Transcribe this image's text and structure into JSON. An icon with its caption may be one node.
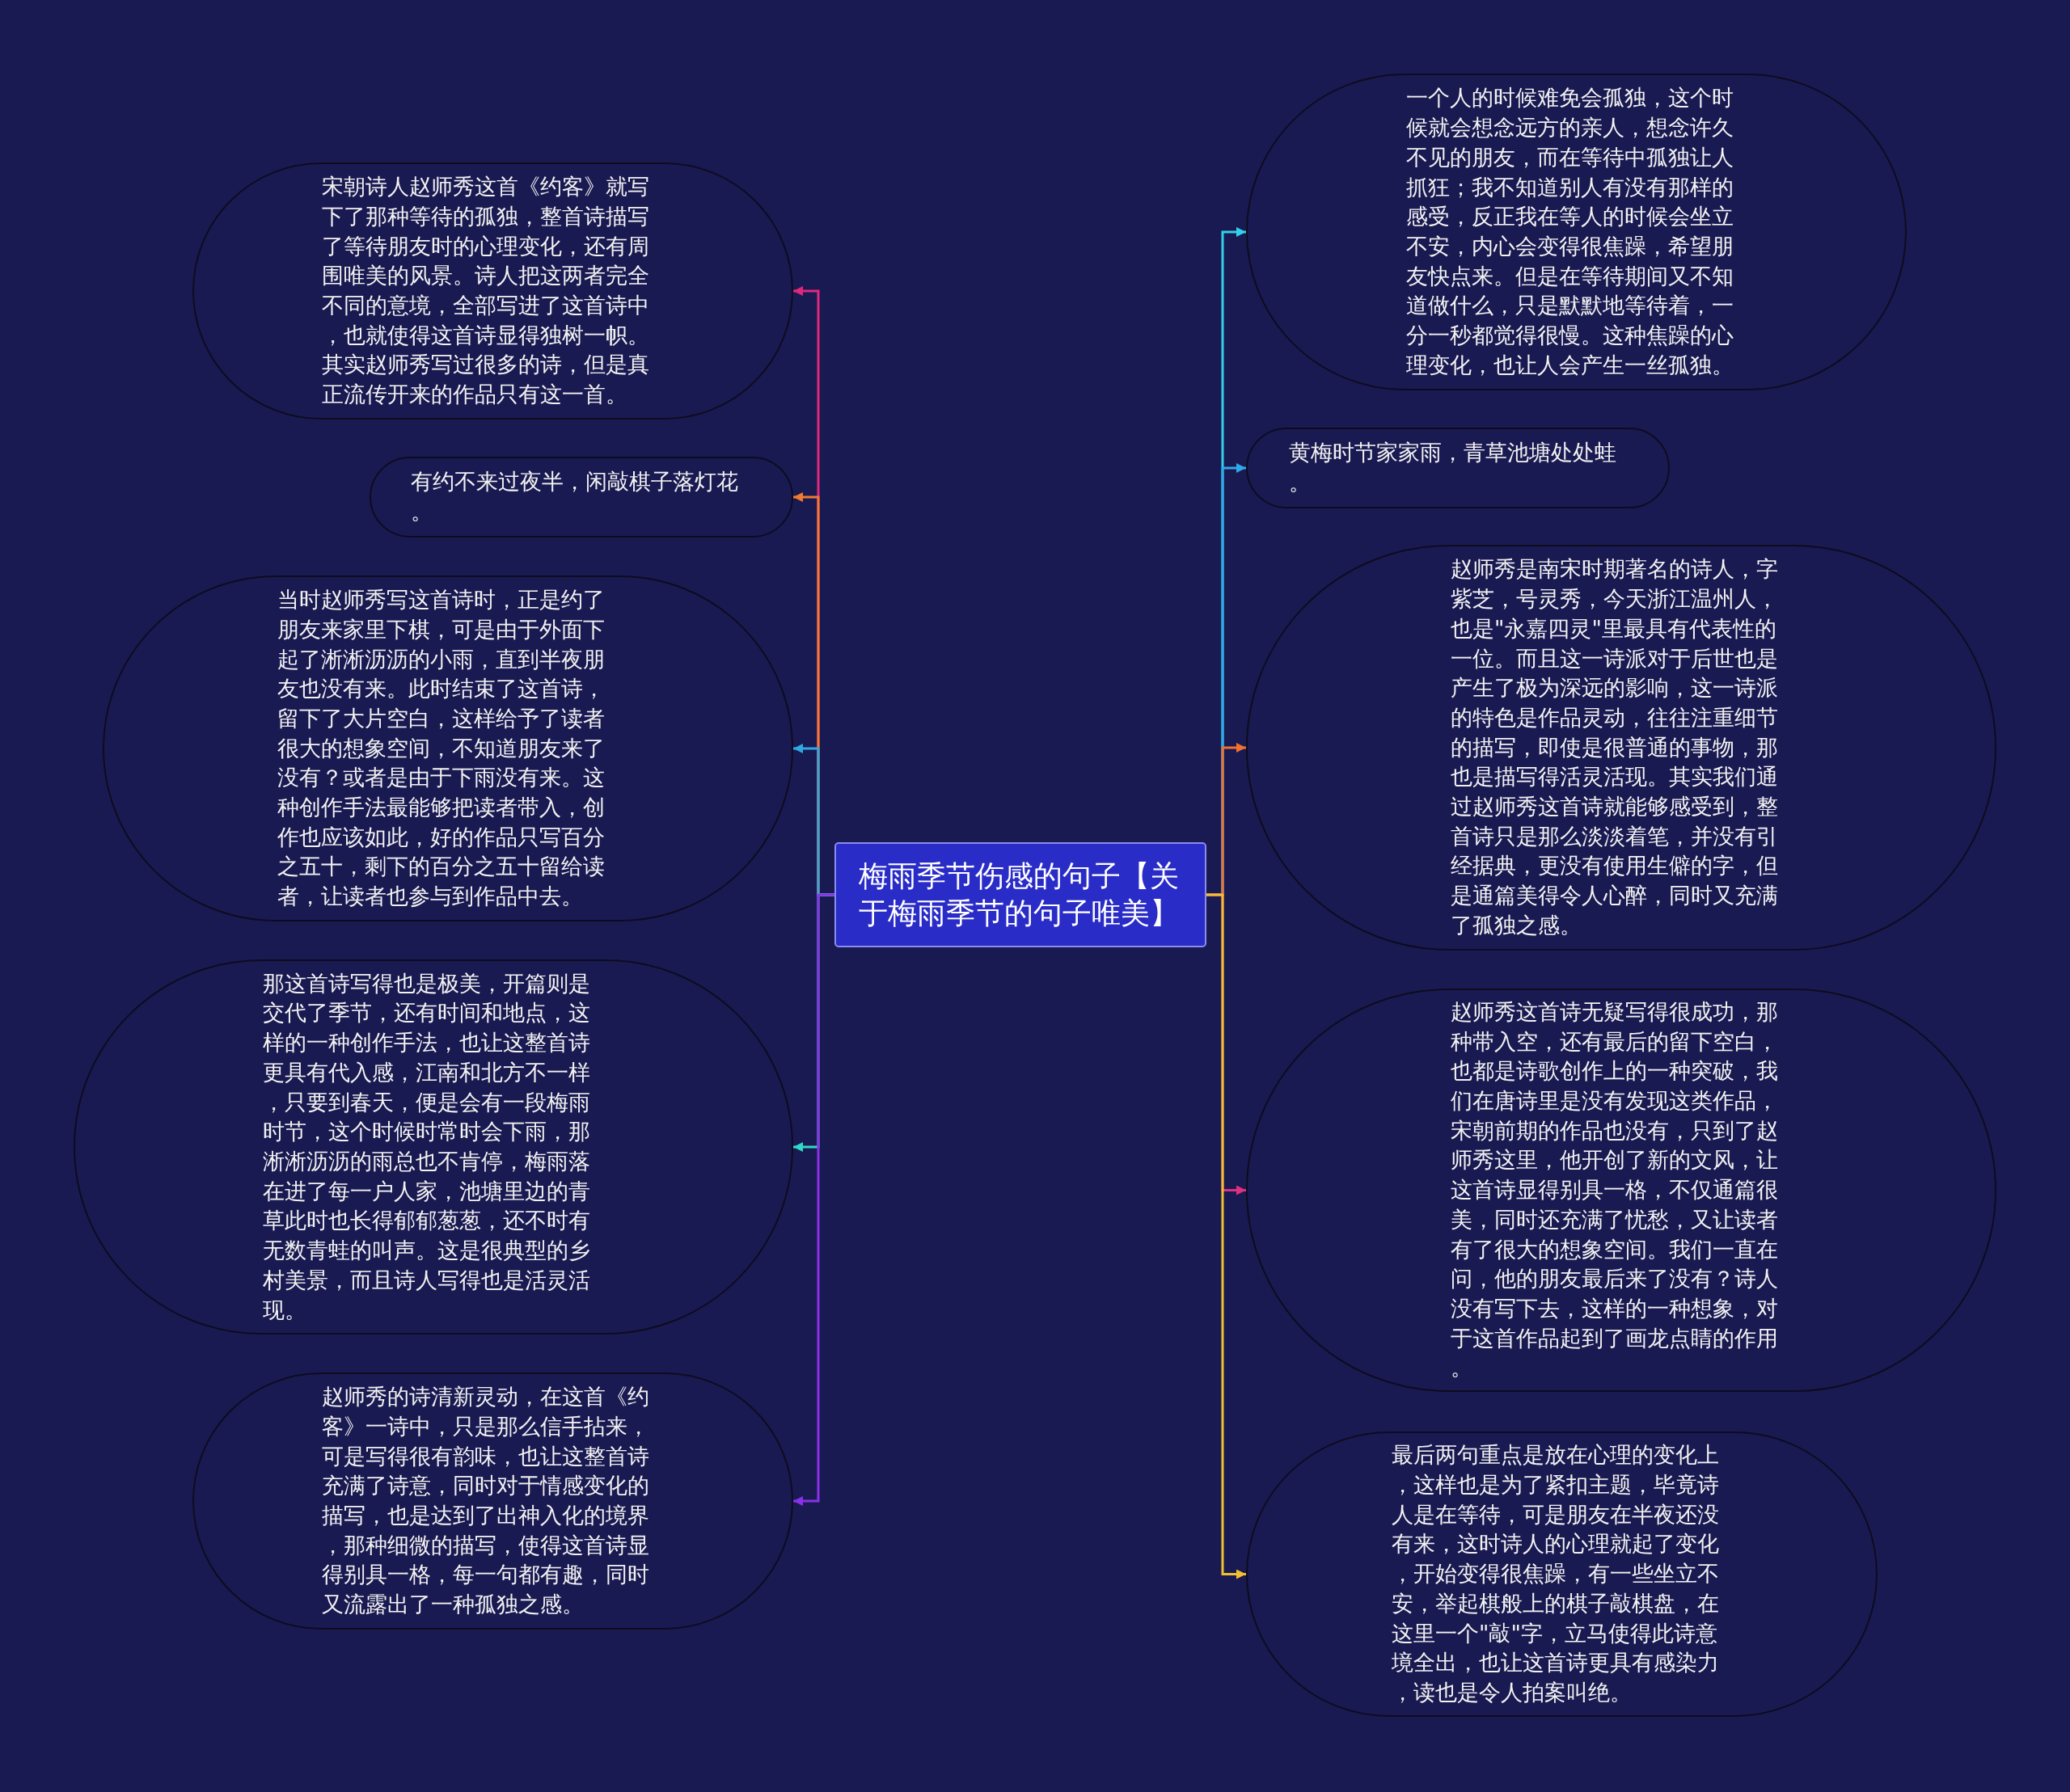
{
  "diagram": {
    "nodes": [
      {
        "text": [
          "梅雨季节伤感的句子【关于梅雨季节的句子唯美】"
        ]
      },
      {
        "text": [
          "宋朝诗人赵师秀这首《约客》就写下了那种等待的孤独，整首诗描写了等待朋友时的心理变化，还有周围唯美的风景。诗人把这两者完全不同的意境，全部写进了这首诗中，也就使得这首诗显得独树一帜。其实赵师秀写过很多的诗，但是真正流传开来的作品只有这一首。"
        ]
      },
      {
        "text": [
          "有约不来过夜半，闲敲棋子落灯花。"
        ]
      },
      {
        "text": [
          "当时赵师秀写这首诗时，正是约了朋友来家里下棋，可是由于外面下起了淅淅沥沥的小雨，直到半夜朋友也没有来。此时结束了这首诗，留下了大片空白，这样给予了读者很大的想象空间，不知道朋友来了没有？或者是由于下雨没有来。这种创作手法最能够把读者带入，创作也应该如此，好的作品只写百分之五十，剩下的百分之五十留给读者，让读者也参与到作品中去。"
        ]
      },
      {
        "text": [
          "那这首诗写得也是极美，开篇则是交代了季节，还有时间和地点，这样的一种创作手法，也让这整首诗更具有代入感，江南和北方不一样，只要到春天，便是会有一段梅雨时节，这个时候时常时会下雨，那淅淅沥沥的雨总也不肯停，梅雨落在进了每一户人家，池塘里边的青草此时也长得郁郁葱葱，还不时有无数青蛙的叫声。这是很典型的乡村美景，而且诗人写得也是活灵活现。"
        ]
      },
      {
        "text": [
          "赵师秀的诗清新灵动，在这首《约客》一诗中，只是那么信手拈来，可是写得很有韵味，也让这整首诗充满了诗意，同时对于情感变化的描写，也是达到了出神入化的境界，那种细微的描写，使得这首诗显得别具一格，每一句都有趣，同时又流露出了一种孤独之感。"
        ]
      },
      {
        "text": [
          "一个人的时候难免会孤独，这个时候就会想念远方的亲人，想念许久不见的朋友，而在等待中孤独让人抓狂；我不知道别人有没有那样的感受，反正我在等人的时候会坐立不安，内心会变得很焦躁，希望朋友快点来。但是在等待期间又不知道做什么，只是默默地等待着，一分一秒都觉得很慢。这种焦躁的心理变化，也让人会产生一丝孤独。"
        ]
      },
      {
        "text": [
          "黄梅时节家家雨，青草池塘处处蛙。"
        ]
      },
      {
        "text": [
          "赵师秀是南宋时期著名的诗人，字紫芝，号灵秀，今天浙江温州人，也是\"永嘉四灵\"里最具有代表性的一位。而且这一诗派对于后世也是产生了极为深远的影响，这一诗派的特色是作品灵动，往往注重细节的描写，即使是很普通的事物，那也是描写得活灵活现。其实我们通过赵师秀这首诗就能够感受到，整首诗只是那么淡淡着笔，并没有引经据典，更没有使用生僻的字，但是通篇美得令人心醉，同时又充满了孤独之感。"
        ]
      },
      {
        "text": [
          "赵师秀这首诗无疑写得很成功，那种带入空，还有最后的留下空白，也都是诗歌创作上的一种突破，我们在唐诗里是没有发现这类作品，宋朝前期的作品也没有，只到了赵师秀这里，他开创了新的文风，让这首诗显得别具一格，不仅通篇很美，同时还充满了忧愁，又让读者有了很大的想象空间。我们一直在问，他的朋友最后来了没有？诗人没有写下去，这样的一种想象，对于这首作品起到了画龙点睛的作用。"
        ]
      },
      {
        "text": [
          "最后两句重点是放在心理的变化上，这样也是为了紧扣主题，毕竟诗人是在等待，可是朋友在半夜还没有来，这时诗人的心理就起了变化，开始变得很焦躁，有一些坐立不安，举起棋般上的棋子敲棋盘，在这里一个\"敲\"字，立马使得此诗意境全出，也让这首诗更具有感染力，读也是令人拍案叫绝。"
        ]
      }
    ],
    "edges": [
      {
        "from": 0,
        "to": 1,
        "arrow": "to",
        "color": "#e0287a"
      },
      {
        "from": 0,
        "to": 2,
        "arrow": "to",
        "color": "#f07a30"
      },
      {
        "from": 0,
        "to": 3,
        "arrow": "to",
        "color": "#30a8e0"
      },
      {
        "from": 0,
        "to": 4,
        "arrow": "to",
        "color": "#30d8c8"
      },
      {
        "from": 0,
        "to": 5,
        "arrow": "to",
        "color": "#8a30e8"
      },
      {
        "from": 0,
        "to": 6,
        "arrow": "to",
        "color": "#30d0e8"
      },
      {
        "from": 0,
        "to": 7,
        "arrow": "to",
        "color": "#30a8e8"
      },
      {
        "from": 0,
        "to": 8,
        "arrow": "to",
        "color": "#f07030"
      },
      {
        "from": 0,
        "to": 9,
        "arrow": "to",
        "color": "#e03080"
      },
      {
        "from": 0,
        "to": 10,
        "arrow": "to",
        "color": "#f0c030"
      }
    ]
  }
}
